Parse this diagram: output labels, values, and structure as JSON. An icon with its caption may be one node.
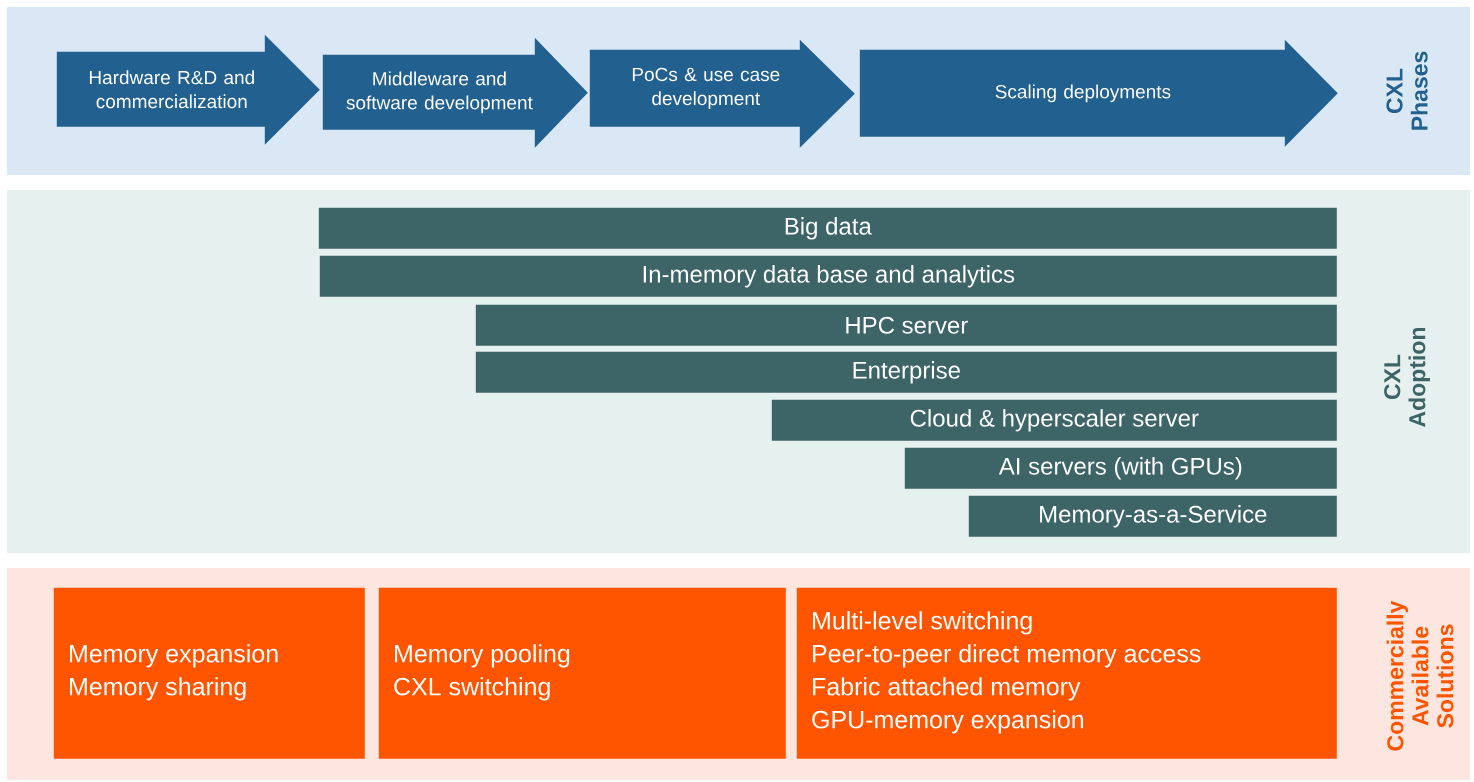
{
  "diagram": {
    "nodes": [
      {
        "text": [
          "CXL Phases"
        ]
      },
      {
        "text": [
          "Hardware R&D and commercialization"
        ],
        "in": 0
      },
      {
        "text": [
          "Middleware and software development"
        ],
        "in": 0
      },
      {
        "text": [
          "PoCs & use case development"
        ],
        "in": 0
      },
      {
        "text": [
          "Scaling deployments"
        ],
        "in": 0
      },
      {
        "text": [
          "CXL Adoption"
        ]
      },
      {
        "text": [
          "Big data"
        ],
        "in": 5
      },
      {
        "text": [
          "In-memory data base and analytics"
        ],
        "in": 5
      },
      {
        "text": [
          "HPC server"
        ],
        "in": 5
      },
      {
        "text": [
          "Enterprise"
        ],
        "in": 5
      },
      {
        "text": [
          "Cloud & hyperscaler server"
        ],
        "in": 5
      },
      {
        "text": [
          "AI servers (with GPUs)"
        ],
        "in": 5
      },
      {
        "text": [
          "Memory-as-a-Service"
        ],
        "in": 5
      },
      {
        "text": [
          "Commercially Available Solutions"
        ]
      },
      {
        "text": [
          "Memory expansion",
          "Memory sharing"
        ],
        "in": 13
      },
      {
        "text": [
          "Memory pooling",
          "CXL switching"
        ],
        "in": 13
      },
      {
        "text": [
          "Multi-level switching",
          "Peer-to-peer direct memory access",
          "Fabric attached memory",
          "GPU-memory expansion"
        ],
        "in": 13
      }
    ]
  }
}
